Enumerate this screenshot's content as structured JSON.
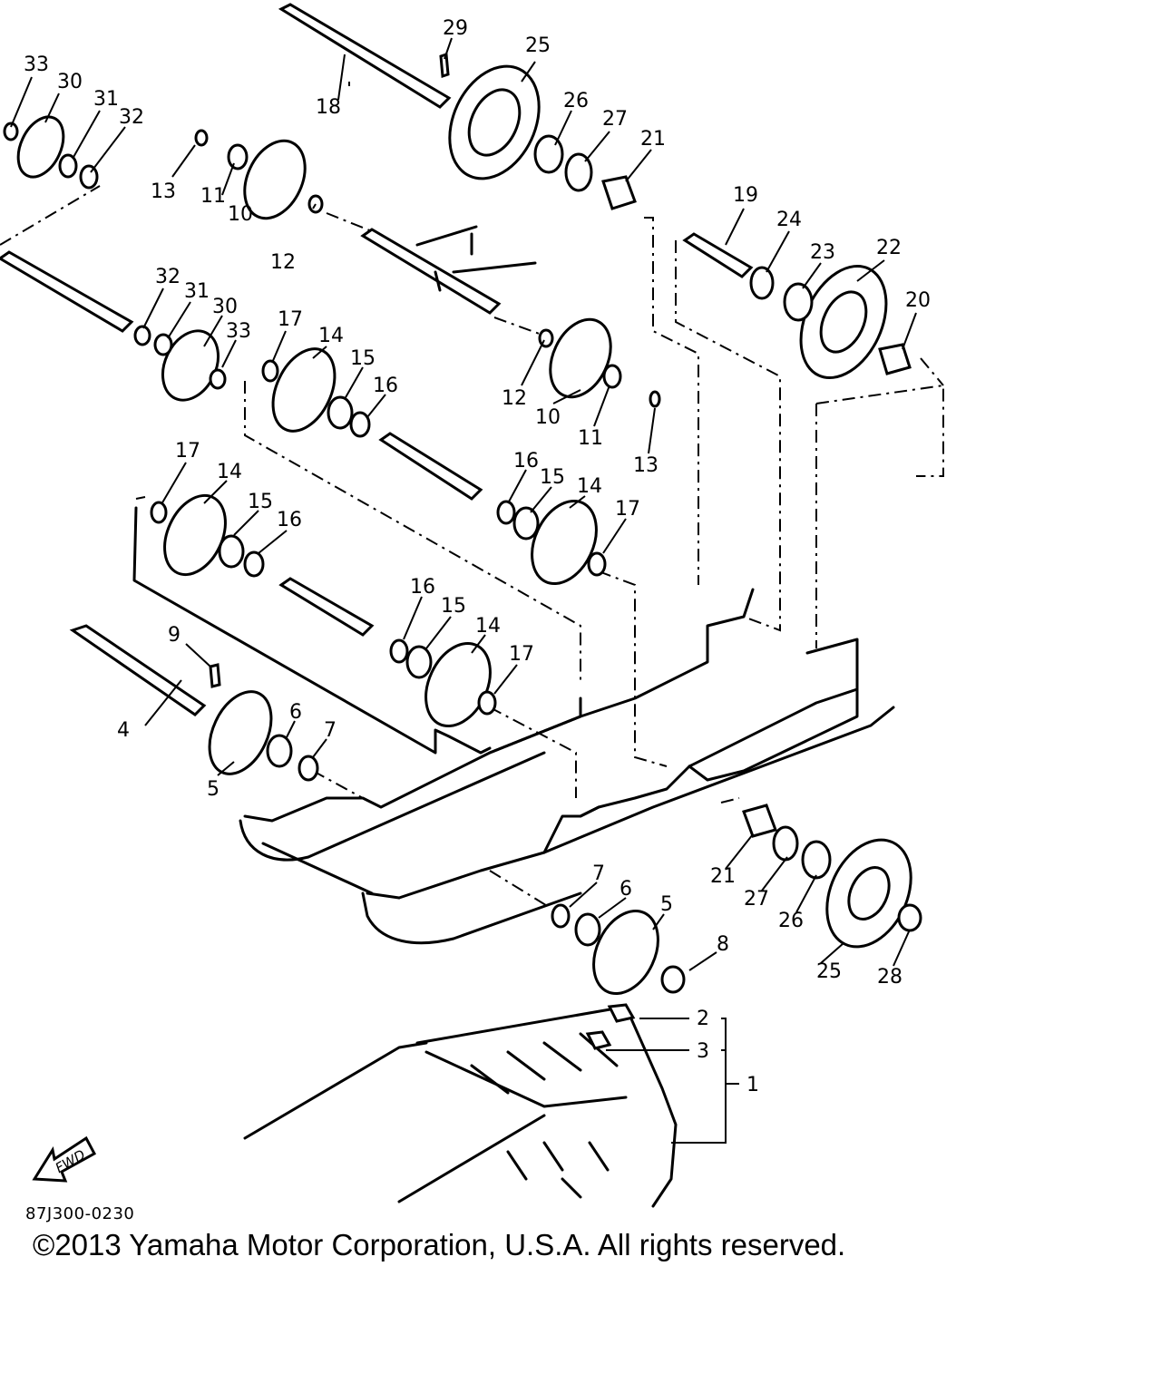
{
  "diagram": {
    "fwd_label": "FWD",
    "callouts": [
      {
        "text": "33"
      },
      {
        "text": "30"
      },
      {
        "text": "31"
      },
      {
        "text": "32"
      },
      {
        "text": "13"
      },
      {
        "text": "11"
      },
      {
        "text": "10"
      },
      {
        "text": "12"
      },
      {
        "text": "18"
      },
      {
        "text": "29"
      },
      {
        "text": "25"
      },
      {
        "text": "26"
      },
      {
        "text": "27"
      },
      {
        "text": "21"
      },
      {
        "text": "19"
      },
      {
        "text": "24"
      },
      {
        "text": "23"
      },
      {
        "text": "22"
      },
      {
        "text": "20"
      },
      {
        "text": "32"
      },
      {
        "text": "31"
      },
      {
        "text": "30"
      },
      {
        "text": "33"
      },
      {
        "text": "17"
      },
      {
        "text": "14"
      },
      {
        "text": "15"
      },
      {
        "text": "16"
      },
      {
        "text": "12"
      },
      {
        "text": "10"
      },
      {
        "text": "11"
      },
      {
        "text": "13"
      },
      {
        "text": "17"
      },
      {
        "text": "14"
      },
      {
        "text": "15"
      },
      {
        "text": "16"
      },
      {
        "text": "16"
      },
      {
        "text": "15"
      },
      {
        "text": "14"
      },
      {
        "text": "17"
      },
      {
        "text": "16"
      },
      {
        "text": "15"
      },
      {
        "text": "14"
      },
      {
        "text": "17"
      },
      {
        "text": "9"
      },
      {
        "text": "4"
      },
      {
        "text": "6"
      },
      {
        "text": "7"
      },
      {
        "text": "5"
      },
      {
        "text": "7"
      },
      {
        "text": "6"
      },
      {
        "text": "5"
      },
      {
        "text": "8"
      },
      {
        "text": "21"
      },
      {
        "text": "27"
      },
      {
        "text": "26"
      },
      {
        "text": "25"
      },
      {
        "text": "28"
      },
      {
        "text": "2"
      },
      {
        "text": "3"
      },
      {
        "text": "1"
      }
    ]
  },
  "footer": {
    "code": "87J300-0230",
    "copyright": "©2013 Yamaha Motor Corporation, U.S.A. All rights reserved."
  }
}
